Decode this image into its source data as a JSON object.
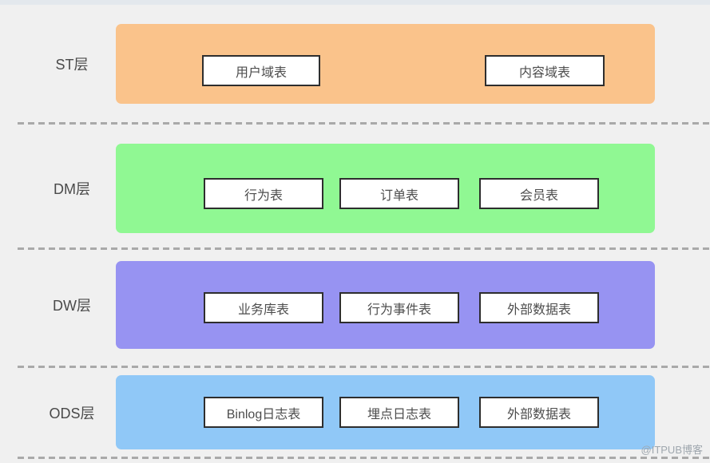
{
  "page": {
    "background": "#F0F0F0",
    "top_bar_color": "#E3E8ED",
    "separator_color": "#A9A9A9",
    "box_border_color": "#2E2E2E",
    "box_text_color": "#4D4D4D",
    "watermark": "@ITPUB博客"
  },
  "layers": [
    {
      "label": "ST层",
      "color": "#FAC38B",
      "boxes": [
        "用户域表",
        "内容域表"
      ]
    },
    {
      "label": "DM层",
      "color": "#90F893",
      "boxes": [
        "行为表",
        "订单表",
        "会员表"
      ]
    },
    {
      "label": "DW层",
      "color": "#9793F2",
      "boxes": [
        "业务库表",
        "行为事件表",
        "外部数据表"
      ]
    },
    {
      "label": "ODS层",
      "color": "#90C8F7",
      "boxes": [
        "Binlog日志表",
        "埋点日志表",
        "外部数据表"
      ]
    }
  ]
}
